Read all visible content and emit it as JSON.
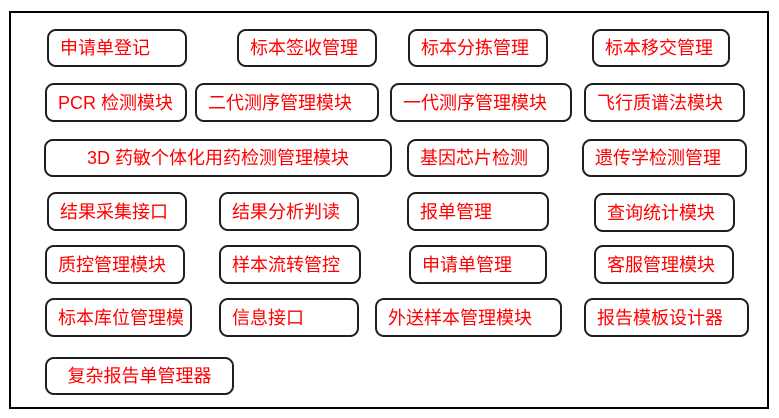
{
  "diagram": {
    "description_colors": {
      "button_text": "#ff0000",
      "button_border": "#1f1f1f",
      "button_background": "#ffffff",
      "frame_border": "#000000",
      "page_background": "#ffffff"
    }
  },
  "modules": [
    {
      "label": "申请单登记"
    },
    {
      "label": "标本签收管理"
    },
    {
      "label": "标本分拣管理"
    },
    {
      "label": "标本移交管理"
    },
    {
      "label": "PCR 检测模块"
    },
    {
      "label": "二代测序管理模块"
    },
    {
      "label": "一代测序管理模块"
    },
    {
      "label": "飞行质谱法模块"
    },
    {
      "label": "3D 药敏个体化用药检测管理模块"
    },
    {
      "label": "基因芯片检测"
    },
    {
      "label": "遗传学检测管理"
    },
    {
      "label": "结果采集接口"
    },
    {
      "label": "结果分析判读"
    },
    {
      "label": "报单管理"
    },
    {
      "label": "查询统计模块"
    },
    {
      "label": "质控管理模块"
    },
    {
      "label": "样本流转管控"
    },
    {
      "label": "申请单管理"
    },
    {
      "label": "客服管理模块"
    },
    {
      "label": "标本库位管理模"
    },
    {
      "label": "信息接口"
    },
    {
      "label": "外送样本管理模块"
    },
    {
      "label": "报告模板设计器"
    },
    {
      "label": "复杂报告单管理器"
    }
  ]
}
